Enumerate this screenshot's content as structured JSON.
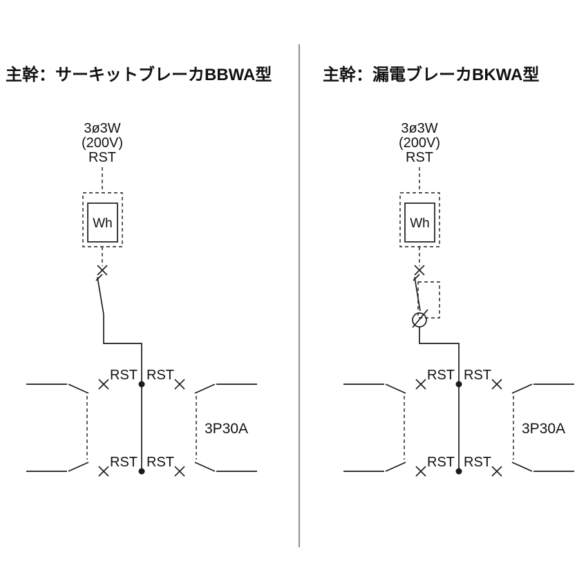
{
  "colors": {
    "line": "#1a1a1a",
    "text": "#111111",
    "divider": "#444444"
  },
  "panels": [
    {
      "title": "主幹：サーキットブレーカBBWA型",
      "supply": {
        "phase": "3ø3W",
        "voltage": "(200V)",
        "phases": "RST"
      },
      "meter": "Wh",
      "rows": [
        {
          "left": "RST",
          "right": "RST"
        },
        {
          "left": "RST",
          "right": "RST"
        }
      ],
      "branch_rating": "3P30A"
    },
    {
      "title": "主幹：漏電ブレーカBKWA型",
      "supply": {
        "phase": "3ø3W",
        "voltage": "(200V)",
        "phases": "RST"
      },
      "meter": "Wh",
      "rows": [
        {
          "left": "RST",
          "right": "RST"
        },
        {
          "left": "RST",
          "right": "RST"
        }
      ],
      "branch_rating": "3P30A"
    }
  ]
}
